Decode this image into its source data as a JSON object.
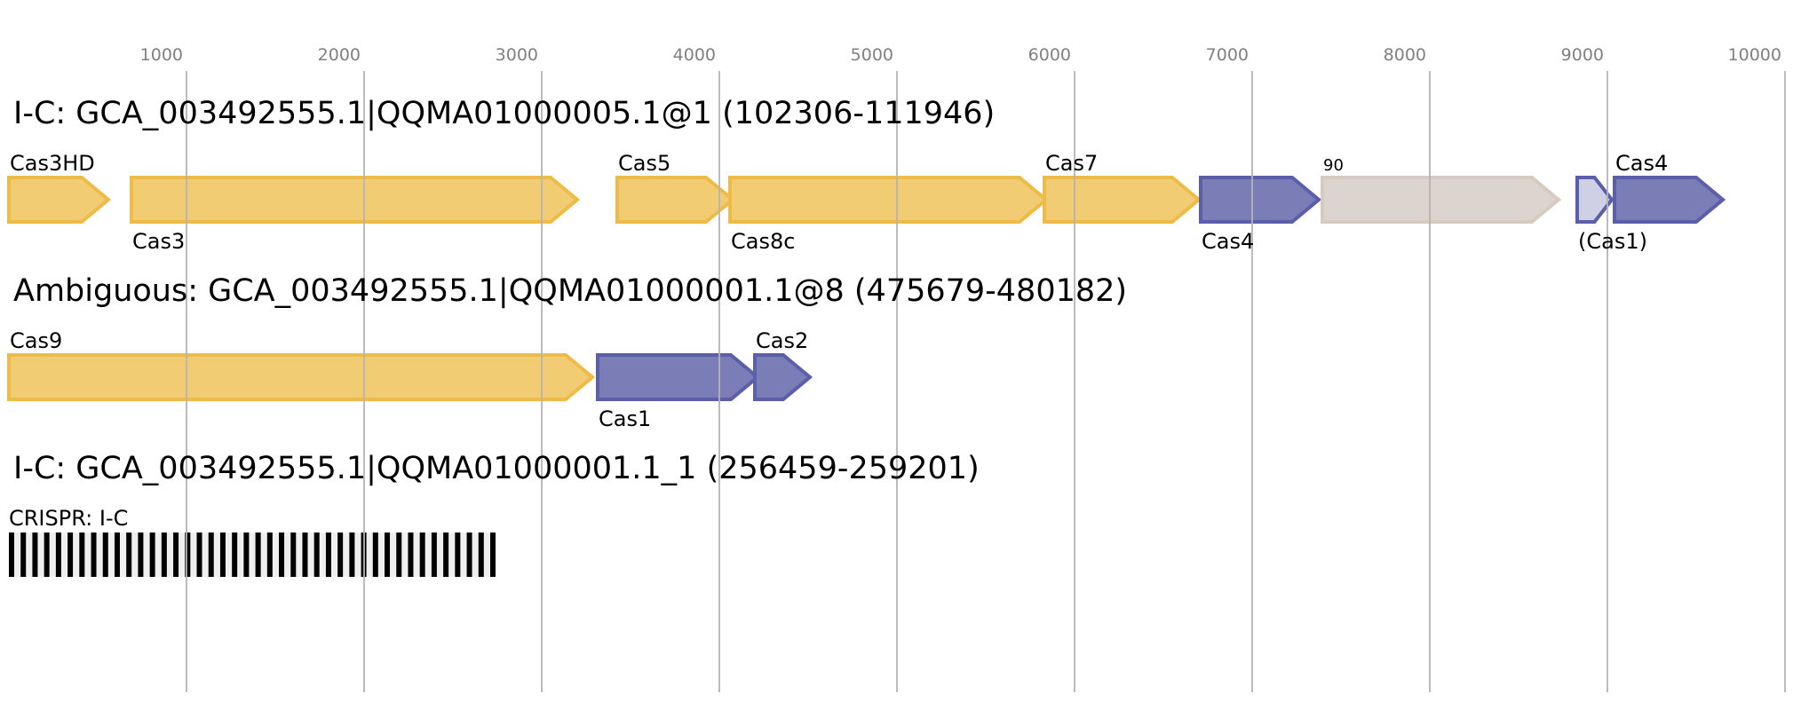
{
  "chart_data": {
    "type": "gene-map",
    "axis": {
      "unit": "bp",
      "range": [
        0,
        10000
      ],
      "ticks": [
        1000,
        2000,
        3000,
        4000,
        5000,
        6000,
        7000,
        8000,
        9000,
        10000
      ],
      "grid": true
    },
    "colors": {
      "yellow": {
        "fill": "#f1cc73",
        "stroke": "#edbc48"
      },
      "purple": {
        "fill": "#7b7db6",
        "stroke": "#5b5ea8"
      },
      "grey": {
        "fill": "#dcd4ce",
        "stroke": "#d6cbc1"
      },
      "light_purple": {
        "fill": "#cfd0e6",
        "stroke": "#5b5ea8"
      }
    },
    "tracks": [
      {
        "title": "I-C: GCA_003492555.1|QQMA01000005.1@1 (102306-111946)",
        "genes": [
          {
            "name": "Cas3HD",
            "start": 0,
            "end": 560,
            "color": "yellow",
            "label_pos": "above"
          },
          {
            "name": "Cas3",
            "start": 690,
            "end": 3200,
            "color": "yellow",
            "label_pos": "below"
          },
          {
            "name": "Cas5",
            "start": 3425,
            "end": 4075,
            "color": "yellow",
            "label_pos": "above"
          },
          {
            "name": "Cas8c",
            "start": 4060,
            "end": 5840,
            "color": "yellow",
            "label_pos": "below"
          },
          {
            "name": "Cas7",
            "start": 5830,
            "end": 6700,
            "color": "yellow",
            "label_pos": "above"
          },
          {
            "name": "Cas4",
            "start": 6710,
            "end": 7375,
            "color": "purple",
            "label_pos": "below"
          },
          {
            "name": "90",
            "start": 7395,
            "end": 8725,
            "color": "grey",
            "label_pos": "above",
            "small": true
          },
          {
            "name": "(Cas1)",
            "start": 8830,
            "end": 9025,
            "color": "light_purple",
            "label_pos": "below"
          },
          {
            "name": "Cas4",
            "start": 9040,
            "end": 9650,
            "color": "purple",
            "label_pos": "above"
          }
        ]
      },
      {
        "title": "Ambiguous: GCA_003492555.1|QQMA01000001.1@8 (475679-480182)",
        "genes": [
          {
            "name": "Cas9",
            "start": 0,
            "end": 3285,
            "color": "yellow",
            "label_pos": "above"
          },
          {
            "name": "Cas1",
            "start": 3315,
            "end": 4215,
            "color": "purple",
            "label_pos": "below"
          },
          {
            "name": "Cas2",
            "start": 4200,
            "end": 4510,
            "color": "purple",
            "label_pos": "above"
          }
        ]
      },
      {
        "title": "I-C: GCA_003492555.1|QQMA01000001.1_1 (256459-259201)",
        "crispr": {
          "label": "CRISPR: I-C",
          "start": 0,
          "end": 2740,
          "repeats": 42
        }
      }
    ]
  }
}
